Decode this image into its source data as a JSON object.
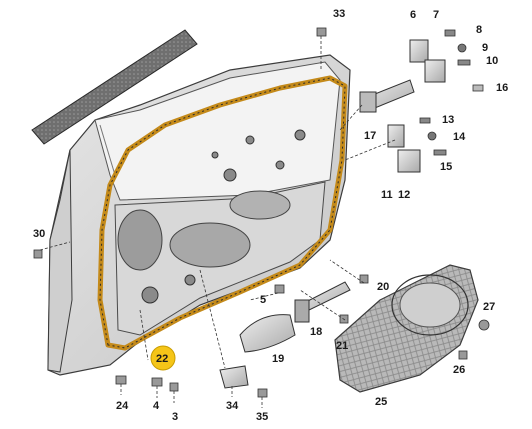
{
  "diagram": {
    "highlight_color": "#f5c518",
    "seal_color": "#c48a1a",
    "line_color": "#3c3c3c",
    "callouts": [
      {
        "id": "c3",
        "label": "3"
      },
      {
        "id": "c4",
        "label": "4"
      },
      {
        "id": "c5",
        "label": "5"
      },
      {
        "id": "c6",
        "label": "6"
      },
      {
        "id": "c7",
        "label": "7"
      },
      {
        "id": "c8",
        "label": "8"
      },
      {
        "id": "c9",
        "label": "9"
      },
      {
        "id": "c10",
        "label": "10"
      },
      {
        "id": "c11",
        "label": "11"
      },
      {
        "id": "c12",
        "label": "12"
      },
      {
        "id": "c13",
        "label": "13"
      },
      {
        "id": "c14",
        "label": "14"
      },
      {
        "id": "c15",
        "label": "15"
      },
      {
        "id": "c16",
        "label": "16"
      },
      {
        "id": "c17",
        "label": "17"
      },
      {
        "id": "c18",
        "label": "18"
      },
      {
        "id": "c19",
        "label": "19"
      },
      {
        "id": "c20",
        "label": "20"
      },
      {
        "id": "c21",
        "label": "21"
      },
      {
        "id": "c22",
        "label": "22"
      },
      {
        "id": "c24",
        "label": "24"
      },
      {
        "id": "c25",
        "label": "25"
      },
      {
        "id": "c26",
        "label": "26"
      },
      {
        "id": "c27",
        "label": "27"
      },
      {
        "id": "c30",
        "label": "30"
      },
      {
        "id": "c33",
        "label": "33"
      },
      {
        "id": "c34",
        "label": "34"
      },
      {
        "id": "c35",
        "label": "35"
      }
    ]
  }
}
